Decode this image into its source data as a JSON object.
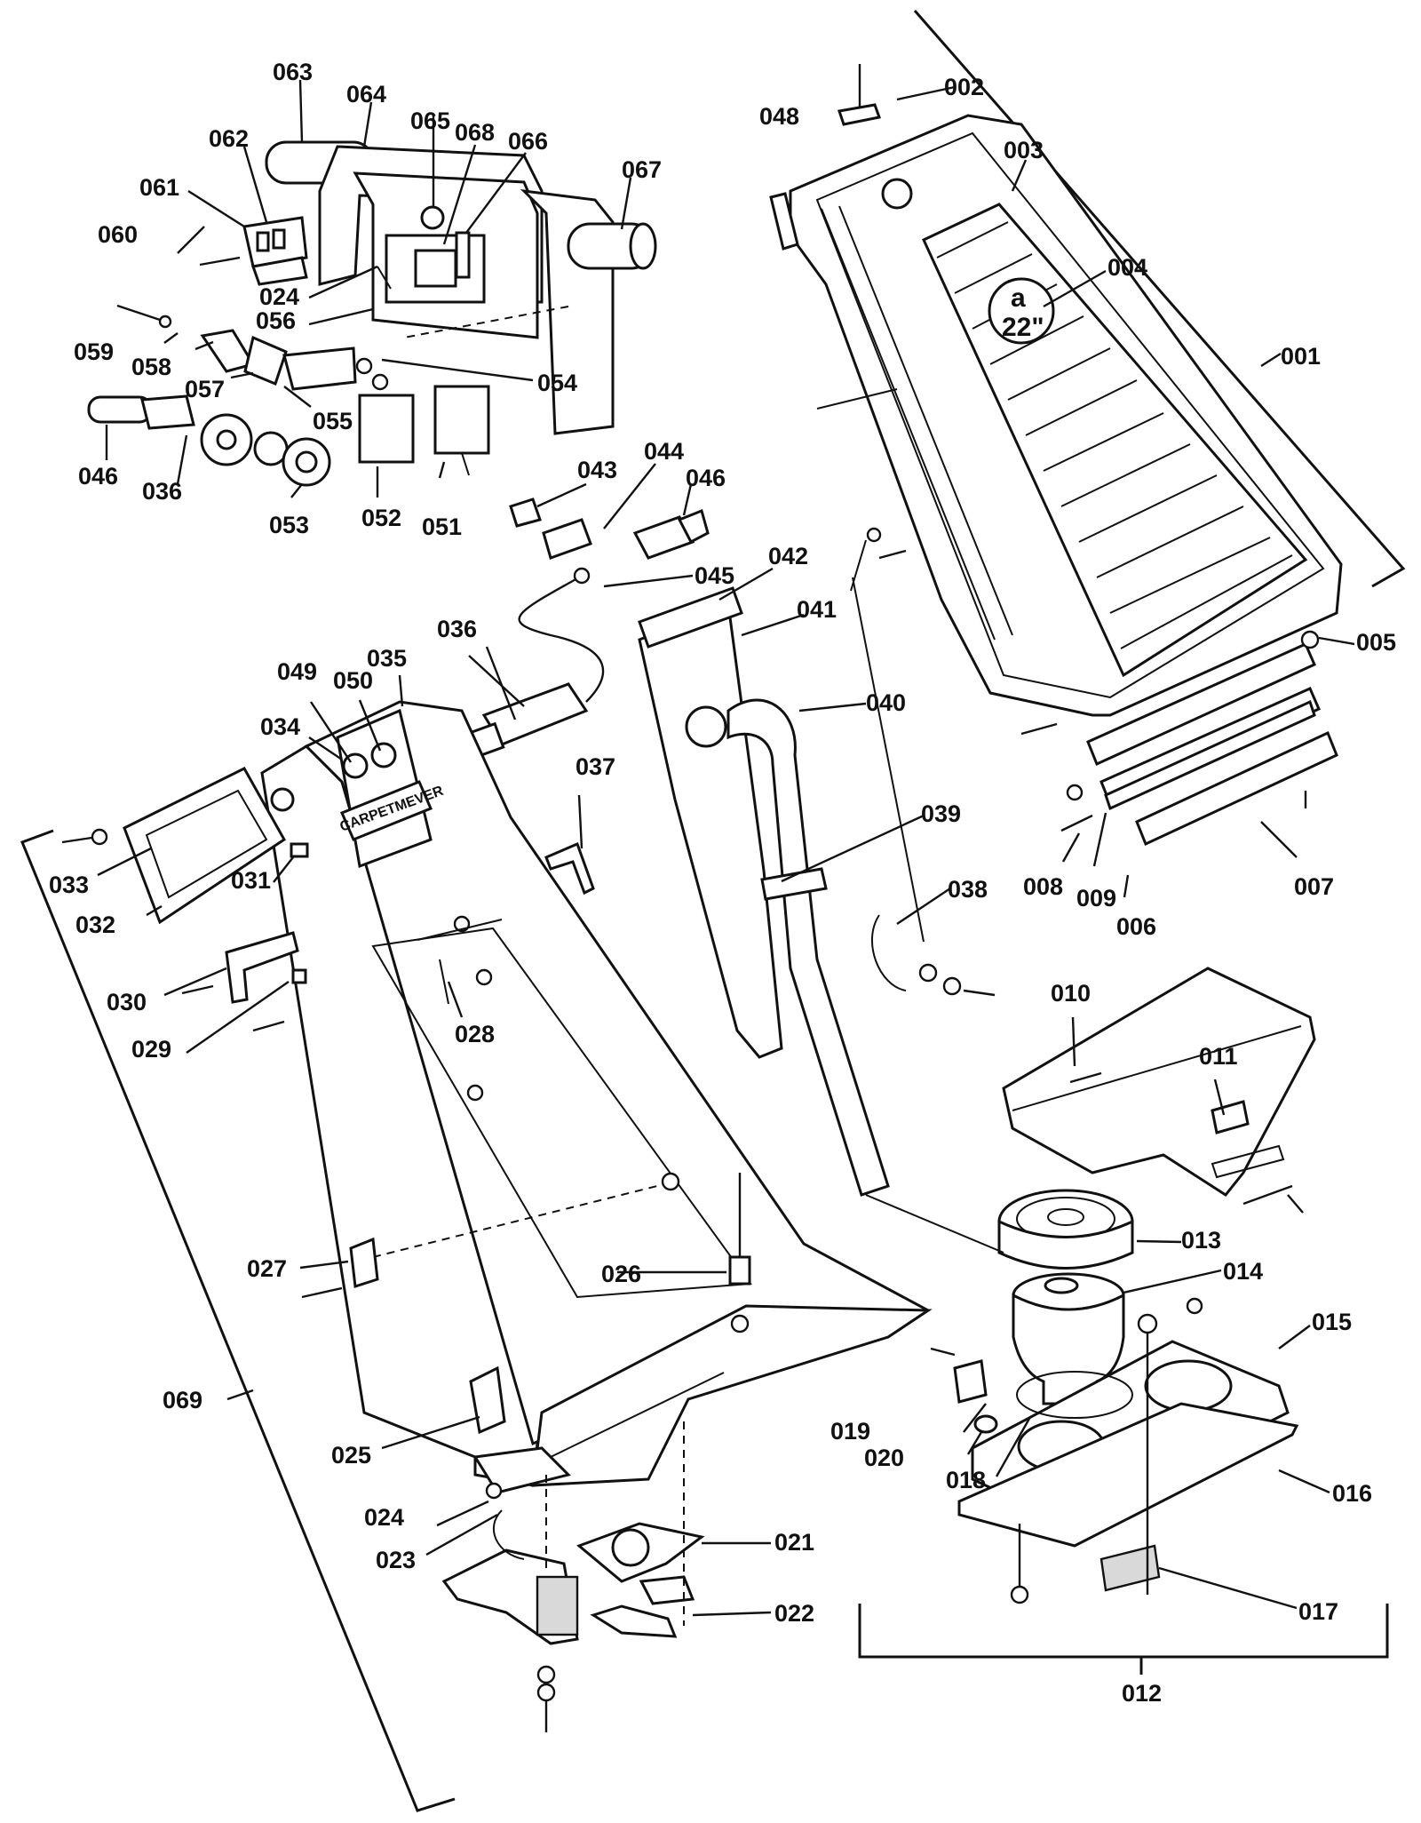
{
  "diagram": {
    "callouts": [
      "001",
      "002",
      "003",
      "004",
      "005",
      "006",
      "007",
      "008",
      "009",
      "010",
      "011",
      "012",
      "013",
      "014",
      "015",
      "016",
      "017",
      "018",
      "019",
      "020",
      "021",
      "022",
      "023",
      "024",
      "025",
      "026",
      "027",
      "028",
      "029",
      "030",
      "031",
      "032",
      "033",
      "034",
      "035",
      "036",
      "037",
      "038",
      "039",
      "040",
      "041",
      "042",
      "043",
      "044",
      "045",
      "046",
      "048",
      "049",
      "050",
      "051",
      "052",
      "053",
      "054",
      "055",
      "056",
      "057",
      "058",
      "059",
      "060",
      "061",
      "062",
      "063",
      "064",
      "065",
      "066",
      "067",
      "068",
      "069"
    ],
    "nameplate_text": "CARPETMEVER",
    "logo_letter": "a",
    "logo_size": "22\""
  }
}
